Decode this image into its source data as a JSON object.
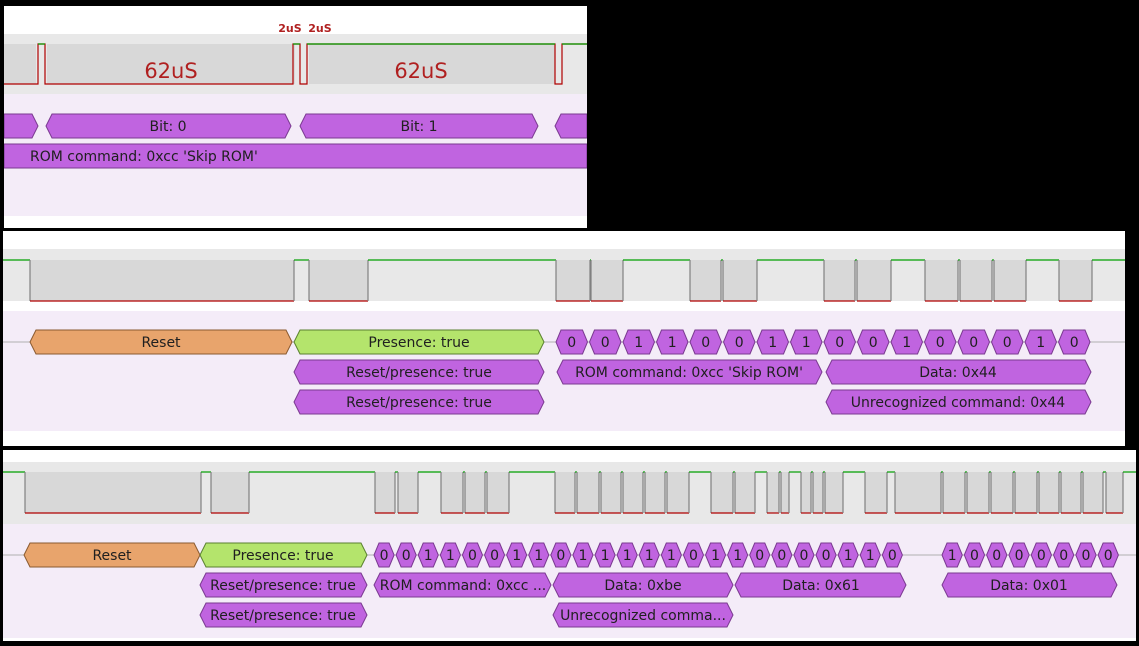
{
  "colors": {
    "signal_band": "#e8e8e8",
    "signal_line_high": "#00a000",
    "signal_line_low": "#b00000",
    "annotation_band": "#f4ecf8",
    "bit_fill": "#c064e0",
    "reset_fill": "#e8a46c",
    "presence_fill": "#b4e46c",
    "timing_label": "#b02020",
    "annotation_text": "#202020"
  },
  "top_panel": {
    "timing_labels": [
      "2uS",
      "2uS"
    ],
    "pulse_labels": [
      "62uS",
      "62uS"
    ],
    "bits": [
      {
        "label": "Bit: 0"
      },
      {
        "label": "Bit: 1"
      }
    ],
    "rom_command": "ROM command: 0xcc 'Skip ROM'"
  },
  "middle_panel": {
    "reset": "Reset",
    "presence": "Presence: true",
    "reset_presence": [
      "Reset/presence: true",
      "Reset/presence: true"
    ],
    "bits": [
      "0",
      "0",
      "1",
      "1",
      "0",
      "0",
      "1",
      "1",
      "0",
      "0",
      "1",
      "0",
      "0",
      "0",
      "1",
      "0"
    ],
    "rom_command": "ROM command: 0xcc 'Skip ROM'",
    "data": "Data: 0x44",
    "unrecognized": "Unrecognized command: 0x44"
  },
  "bottom_panel": {
    "reset": "Reset",
    "presence": "Presence: true",
    "reset_presence": [
      "Reset/presence: true",
      "Reset/presence: true"
    ],
    "bits_group1": [
      "0",
      "0",
      "1",
      "1",
      "0",
      "0",
      "1",
      "1",
      "0",
      "1",
      "1",
      "1",
      "1",
      "1",
      "0",
      "1",
      "1",
      "0",
      "0",
      "0",
      "0",
      "1",
      "1",
      "0"
    ],
    "bits_group2": [
      "1",
      "0",
      "0",
      "0",
      "0",
      "0",
      "0",
      "0"
    ],
    "rom_command": "ROM command: 0xcc ...",
    "data_be": "Data: 0xbe",
    "data_61": "Data: 0x61",
    "data_01": "Data: 0x01",
    "unrecognized": "Unrecognized comma..."
  }
}
